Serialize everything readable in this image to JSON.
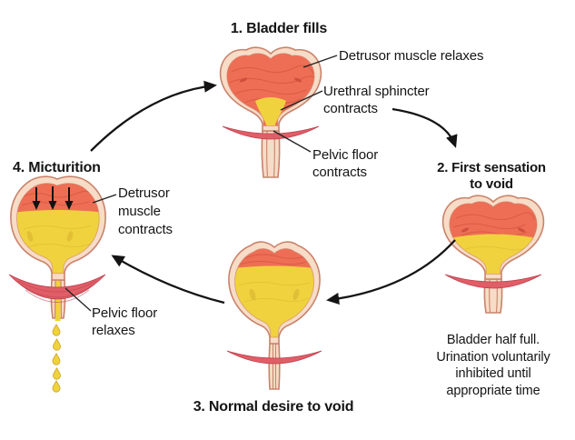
{
  "palette": {
    "background": "#ffffff",
    "bladder_wall": "#f7dcc7",
    "wall_outline": "#c9836b",
    "detrusor_red": "#ee6e55",
    "muscle_dark": "#c84a38",
    "urine_yellow": "#f0d23e",
    "urine_dark": "#cfa92c",
    "pelvic_floor_red": "#e05e66",
    "pelvic_floor_dark": "#bf4050",
    "ink": "#141414"
  },
  "diagram": {
    "stage1": {
      "title": "1. Bladder fills",
      "label_detrusor": "Detrusor muscle relaxes",
      "label_sphincter": "Urethral sphincter\ncontracts",
      "label_pelvic": "Pelvic floor\ncontracts"
    },
    "stage2": {
      "title": "2. First sensation\nto void",
      "caption": "Bladder half full.\nUrination voluntarily\ninhibited until\nappropriate time"
    },
    "stage3": {
      "title": "3. Normal desire to void"
    },
    "stage4": {
      "title": "4. Micturition",
      "label_detrusor": "Detrusor\nmuscle\ncontracts",
      "label_pelvic": "Pelvic floor\nrelaxes"
    }
  }
}
